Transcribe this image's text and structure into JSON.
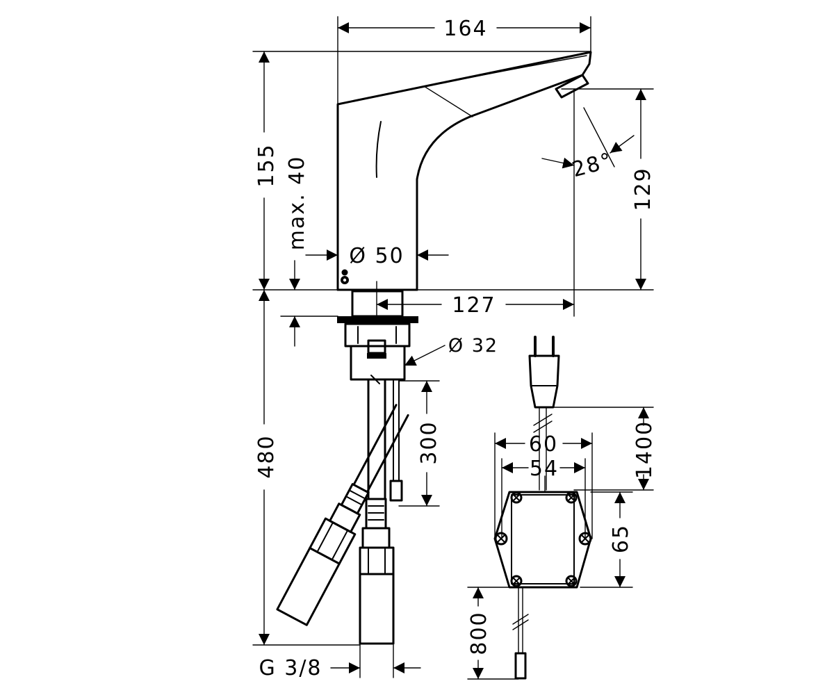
{
  "dimensions": {
    "spout_width": "164",
    "total_height": "155",
    "max_deck": "max. 40",
    "body_diameter": "Ø 50",
    "spout_height": "129",
    "angle": "28°",
    "spout_reach": "127",
    "shank_diameter": "Ø 32",
    "cable_length": "300",
    "install_length": "480",
    "thread": "G 3/8",
    "box_width_outer": "60",
    "box_width_inner": "54",
    "power_cable": "1400",
    "box_height": "65",
    "sensor_cable": "800"
  }
}
